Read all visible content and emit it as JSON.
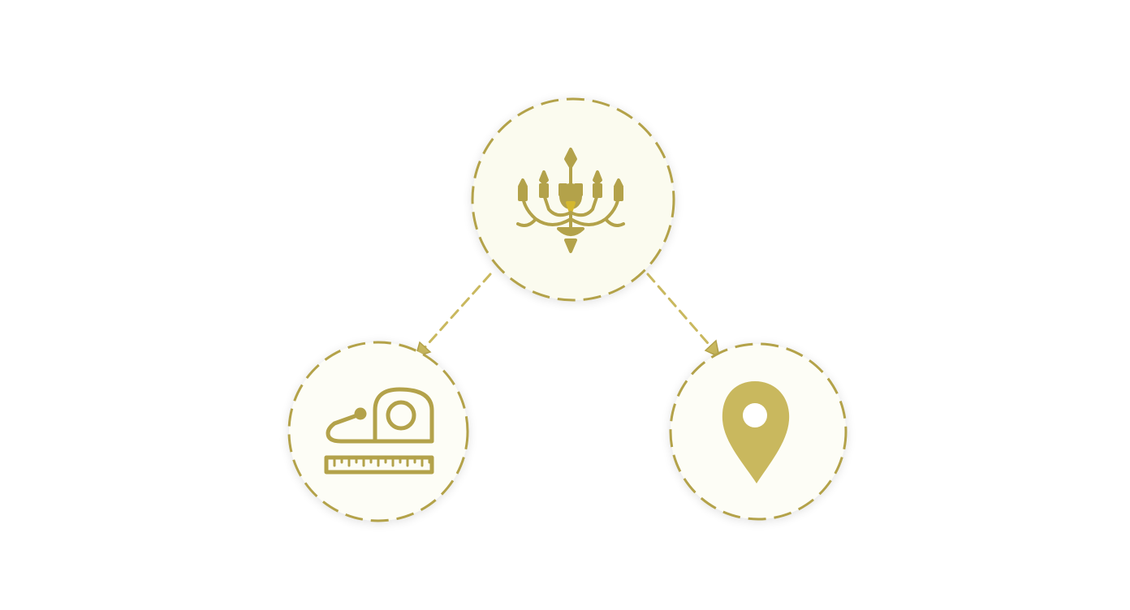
{
  "colors": {
    "background": "#ffffff",
    "gold": "#b3a24a",
    "gold_light": "#c9b85e",
    "gold_bright": "#d4b82e",
    "circle_fill": "#fdfdf6",
    "circle_fill_top": "#fbfbef"
  },
  "nodes": [
    {
      "id": "chandelier",
      "icon": "chandelier-icon"
    },
    {
      "id": "measuring-tape",
      "icon": "measuring-tape-icon"
    },
    {
      "id": "location-pin",
      "icon": "location-pin-icon"
    }
  ],
  "edges": [
    {
      "from": "chandelier",
      "to": "measuring-tape",
      "style": "dashed-arrow"
    },
    {
      "from": "chandelier",
      "to": "location-pin",
      "style": "dashed-arrow"
    }
  ]
}
